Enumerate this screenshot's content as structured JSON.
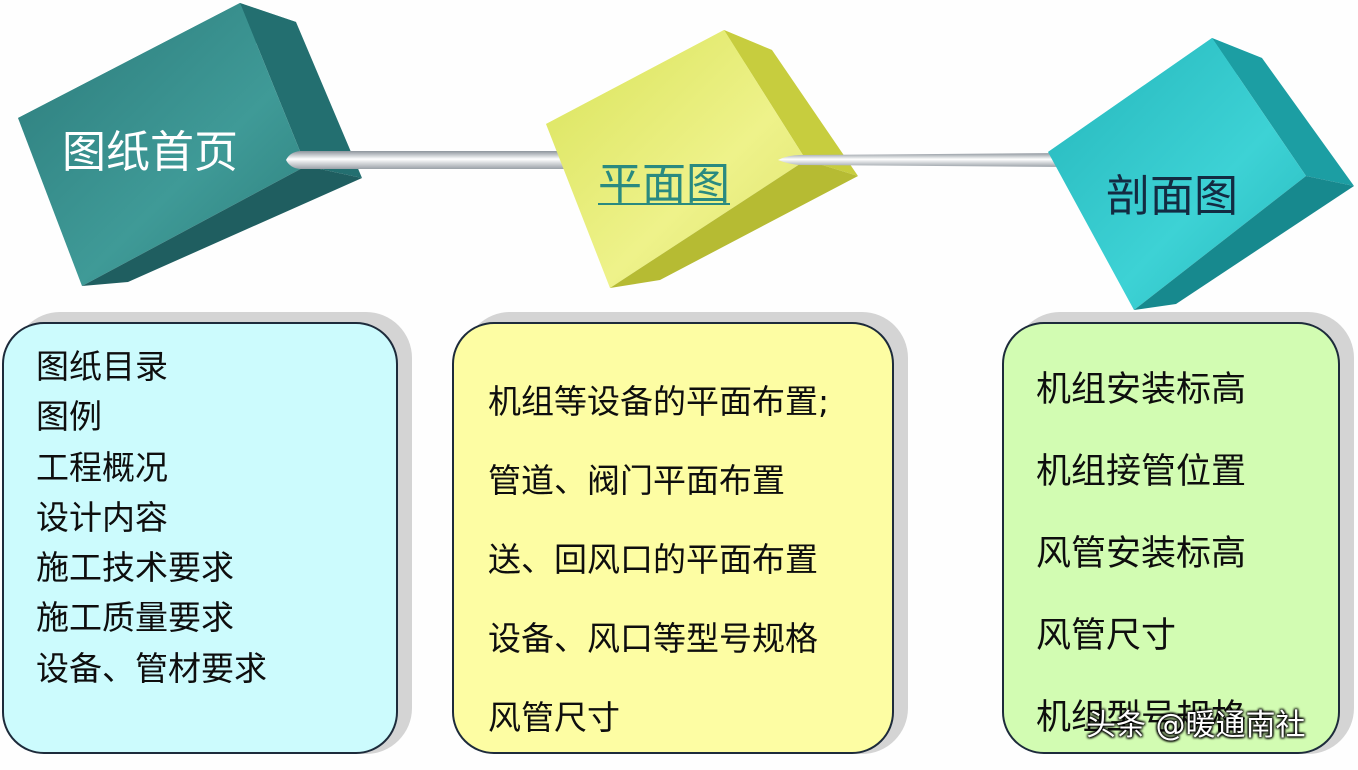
{
  "cubes": [
    {
      "label": "图纸首页",
      "color": "#2e8a86"
    },
    {
      "label": "平面图",
      "color": "#e3ec6e"
    },
    {
      "label": "剖面图",
      "color": "#2fc5c9"
    }
  ],
  "panels": [
    {
      "items": [
        "图纸目录",
        "图例",
        "工程概况",
        "设计内容",
        "施工技术要求",
        "施工质量要求",
        "设备、管材要求"
      ],
      "color": "#ccfbfd"
    },
    {
      "items": [
        "机组等设备的平面布置;",
        "管道、阀门平面布置",
        "送、回风口的平面布置",
        "设备、风口等型号规格",
        "风管尺寸"
      ],
      "color": "#fdfda3"
    },
    {
      "items": [
        "机组安装标高",
        "机组接管位置",
        "风管安装标高",
        "风管尺寸",
        "机组型号规格"
      ],
      "color": "#d2fcb2"
    }
  ],
  "watermark": "头条 @暖通南社"
}
